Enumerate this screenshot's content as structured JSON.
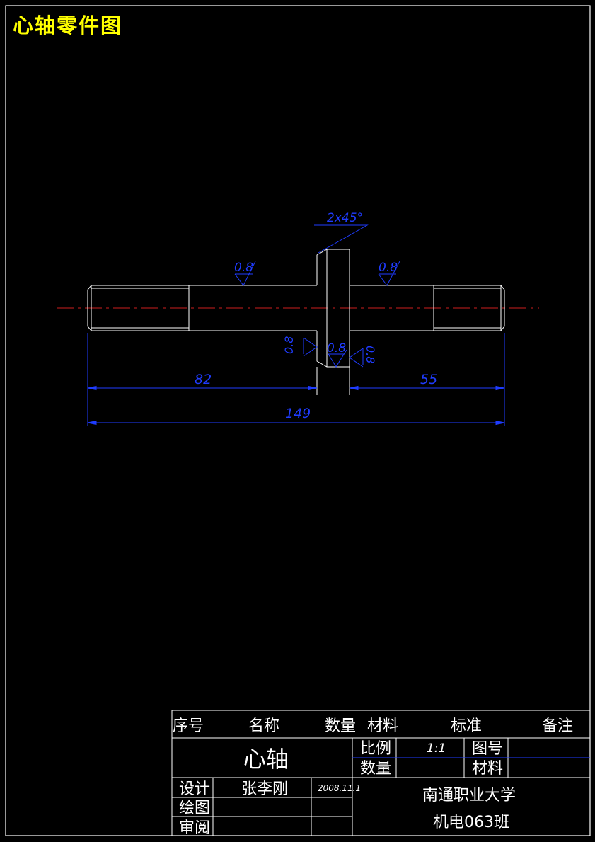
{
  "page_title": "心轴零件图",
  "colors": {
    "background": "#000000",
    "outline": "#ffffff",
    "dimension": "#1f3cff",
    "centerline": "#cc1e1e",
    "title": "#ffff00"
  },
  "annotations": {
    "chamfer": "2x45°",
    "roughness_left": "0.8",
    "roughness_right": "0.8",
    "roughness_collar_left": "0.8",
    "roughness_collar_mid": "0.8",
    "roughness_collar_right": "0.8"
  },
  "dimensions": {
    "left_length": "82",
    "right_length": "55",
    "total_length": "149"
  },
  "title_block": {
    "header": {
      "no": "序号",
      "name": "名称",
      "qty": "数量",
      "material": "材料",
      "standard": "标准",
      "remark": "备注"
    },
    "part_name": "心轴",
    "scale_label": "比例",
    "scale_value": "1:1",
    "drawing_no_label": "图号",
    "quantity_label": "数量",
    "material_label": "材料",
    "design_label": "设计",
    "designer": "张李刚",
    "design_date": "2008.11.1",
    "draw_label": "绘图",
    "check_label": "审阅",
    "school": "南通职业大学",
    "class_name": "机电063班"
  }
}
